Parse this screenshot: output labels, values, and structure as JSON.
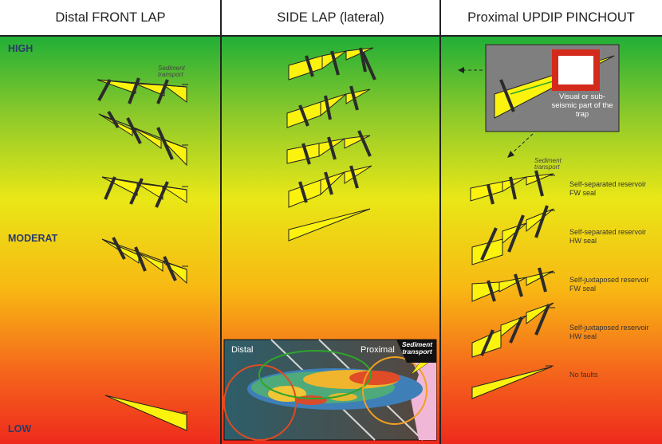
{
  "headers": {
    "distal": "Distal FRONT LAP",
    "side": "SIDE LAP (lateral)",
    "proximal": "Proximal  UPDIP PINCHOUT"
  },
  "levels": {
    "high": "HIGH",
    "moderate": "MODERAT",
    "low": "LOW"
  },
  "sediment_transport": "Sediment transport",
  "inset": {
    "caption": "Visual or sub-seismic part of the trap"
  },
  "photo": {
    "distal_label": "Distal",
    "proximal_label": "Proximal",
    "sediment_label": "Sediment transport"
  },
  "proximal_labels": [
    "Self-separated reservoir FW seal",
    "Self-separated reservoir HW seal",
    "Self-juxtaposed reservoir FW seal",
    "Self-juxtaposed reservoir HW seal",
    "No faults"
  ]
}
